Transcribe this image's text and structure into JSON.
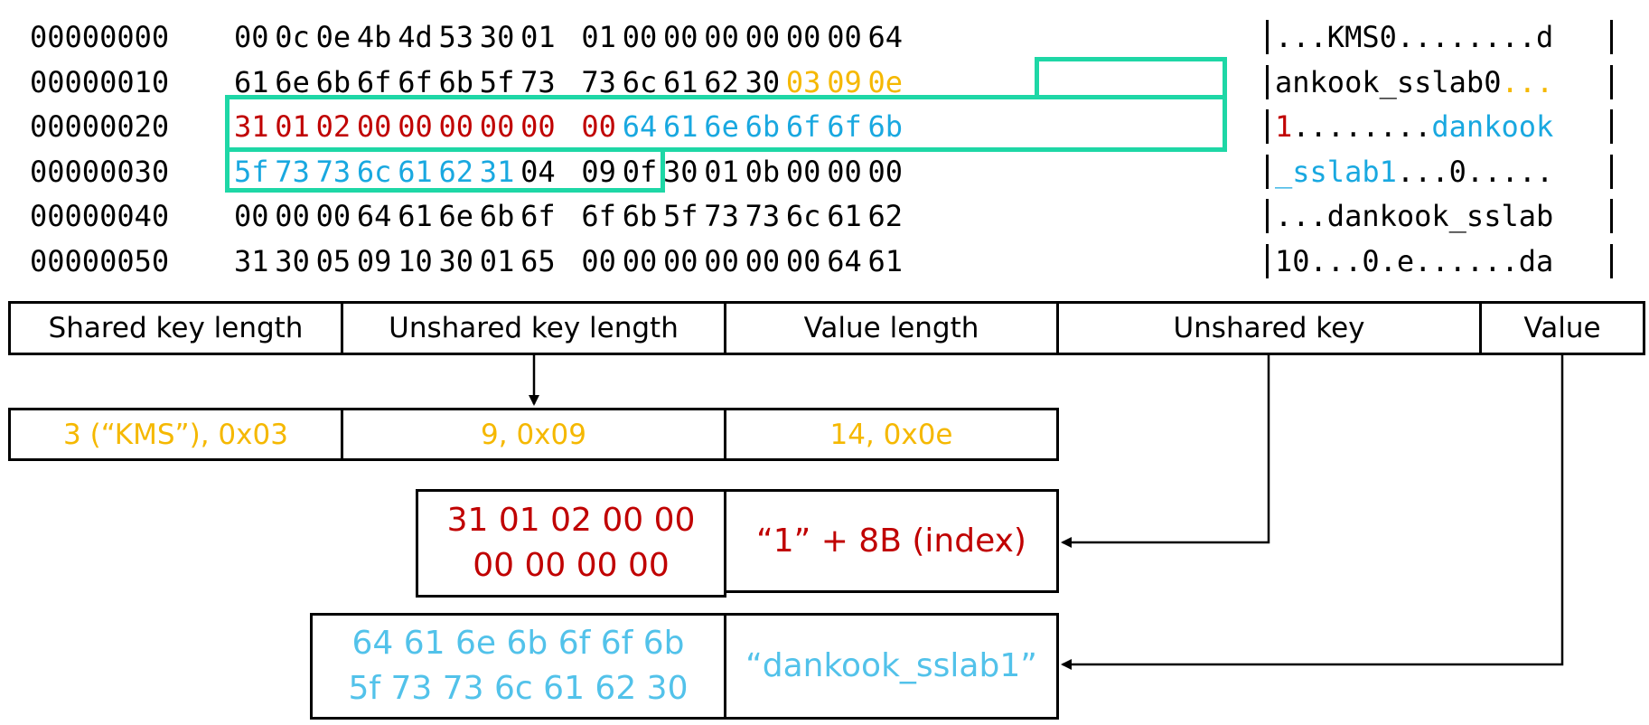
{
  "hex_dump": {
    "rows": [
      {
        "offset": "00000000",
        "bytes": [
          "00",
          "0c",
          "0e",
          "4b",
          "4d",
          "53",
          "30",
          "01",
          "01",
          "00",
          "00",
          "00",
          "00",
          "00",
          "00",
          "64"
        ],
        "ascii": [
          {
            "t": "...KMS0........d",
            "c": ""
          }
        ]
      },
      {
        "offset": "00000010",
        "bytes": [
          "61",
          "6e",
          "6b",
          "6f",
          "6f",
          "6b",
          "5f",
          "73",
          "73",
          "6c",
          "61",
          "62",
          "30",
          "03",
          "09",
          "0e"
        ],
        "ascii": [
          {
            "t": "ankook_sslab0",
            "c": ""
          },
          {
            "t": "...",
            "c": "o"
          }
        ]
      },
      {
        "offset": "00000020",
        "bytes": [
          "31",
          "01",
          "02",
          "00",
          "00",
          "00",
          "00",
          "00",
          "00",
          "64",
          "61",
          "6e",
          "6b",
          "6f",
          "6f",
          "6b"
        ],
        "ascii": [
          {
            "t": "1",
            "c": "r"
          },
          {
            "t": "........",
            "c": ""
          },
          {
            "t": "dankook",
            "c": "b"
          }
        ]
      },
      {
        "offset": "00000030",
        "bytes": [
          "5f",
          "73",
          "73",
          "6c",
          "61",
          "62",
          "31",
          "04",
          "09",
          "0f",
          "30",
          "01",
          "0b",
          "00",
          "00",
          "00"
        ],
        "ascii": [
          {
            "t": "_sslab1",
            "c": "b"
          },
          {
            "t": "...0.....",
            "c": ""
          }
        ]
      },
      {
        "offset": "00000040",
        "bytes": [
          "00",
          "00",
          "00",
          "64",
          "61",
          "6e",
          "6b",
          "6f",
          "6f",
          "6b",
          "5f",
          "73",
          "73",
          "6c",
          "61",
          "62"
        ],
        "ascii": [
          {
            "t": "...dankook_sslab",
            "c": ""
          }
        ]
      },
      {
        "offset": "00000050",
        "bytes": [
          "31",
          "30",
          "05",
          "09",
          "10",
          "30",
          "01",
          "65",
          "00",
          "00",
          "00",
          "00",
          "00",
          "00",
          "64",
          "61"
        ],
        "ascii": [
          {
            "t": "10...0.e......da",
            "c": ""
          }
        ]
      }
    ],
    "byte_colors": {
      "1": {
        "13": "o",
        "14": "o",
        "15": "o"
      },
      "2": {
        "0": "r",
        "1": "r",
        "2": "r",
        "3": "r",
        "4": "r",
        "5": "r",
        "6": "r",
        "7": "r",
        "8": "r",
        "9": "b",
        "10": "b",
        "11": "b",
        "12": "b",
        "13": "b",
        "14": "b",
        "15": "b"
      },
      "3": {
        "0": "b",
        "1": "b",
        "2": "b",
        "3": "b",
        "4": "b",
        "5": "b",
        "6": "b"
      }
    }
  },
  "record_header": {
    "shared_key_length": "Shared key length",
    "unshared_key_length": "Unshared key length",
    "value_length": "Value length",
    "unshared_key": "Unshared key",
    "value": "Value"
  },
  "lengths": {
    "shared": "3 (“KMS”), 0x03",
    "unshared": "9, 0x09",
    "value": "14, 0x0e"
  },
  "unshared_key_box": {
    "hex_line1": "31 01 02 00 00",
    "hex_line2": "00 00 00 00",
    "label": "“1” + 8B (index)"
  },
  "value_box": {
    "hex_line1": "64 61 6e 6b 6f 6f 6b",
    "hex_line2": "5f 73 73 6c 61 62 30",
    "label": "“dankook_sslab1”"
  },
  "colors": {
    "orange": "#f5b800",
    "red": "#c00000",
    "blue": "#19a8e0",
    "light_blue": "#52c2ea",
    "highlight": "#1ed7a6"
  }
}
